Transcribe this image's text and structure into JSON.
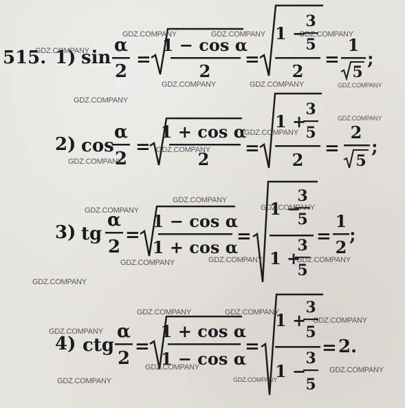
{
  "problem_number": "515.",
  "items": [
    {
      "label": "1)",
      "func": "sin",
      "half_num": "α",
      "half_den": "2",
      "mid_num": "1 − cos α",
      "mid_den": "2",
      "sub_whole": "1 −",
      "sub_num": "3",
      "sub_den": "5",
      "outer_den": "2",
      "result_num": "1",
      "result_den": "5",
      "tail": ";"
    },
    {
      "label": "2)",
      "func": "cos",
      "half_num": "α",
      "half_den": "2",
      "mid_num": "1 + cos α",
      "mid_den": "2",
      "sub_whole": "1 +",
      "sub_num": "3",
      "sub_den": "5",
      "outer_den": "2",
      "result_num": "2",
      "result_den": "5",
      "tail": ";"
    },
    {
      "label": "3)",
      "func": "tg",
      "half_num": "α",
      "half_den": "2",
      "mid_num": "1 − cos α",
      "mid_den": "1 + cos α",
      "top_whole": "1 −",
      "top_num": "3",
      "top_den": "5",
      "bot_whole": "1 +",
      "bot_num": "3",
      "bot_den": "5",
      "result_num": "1",
      "result_den": "2",
      "tail": ";"
    },
    {
      "label": "4)",
      "func": "ctg",
      "half_num": "α",
      "half_den": "2",
      "mid_num": "1 + cos α",
      "mid_den": "1 − cos α",
      "top_whole": "1 +",
      "top_num": "3",
      "top_den": "5",
      "bot_whole": "1 −",
      "bot_num": "3",
      "bot_den": "5",
      "result": "2",
      "tail": "."
    }
  ],
  "watermark": "GDZ.COMPANY"
}
